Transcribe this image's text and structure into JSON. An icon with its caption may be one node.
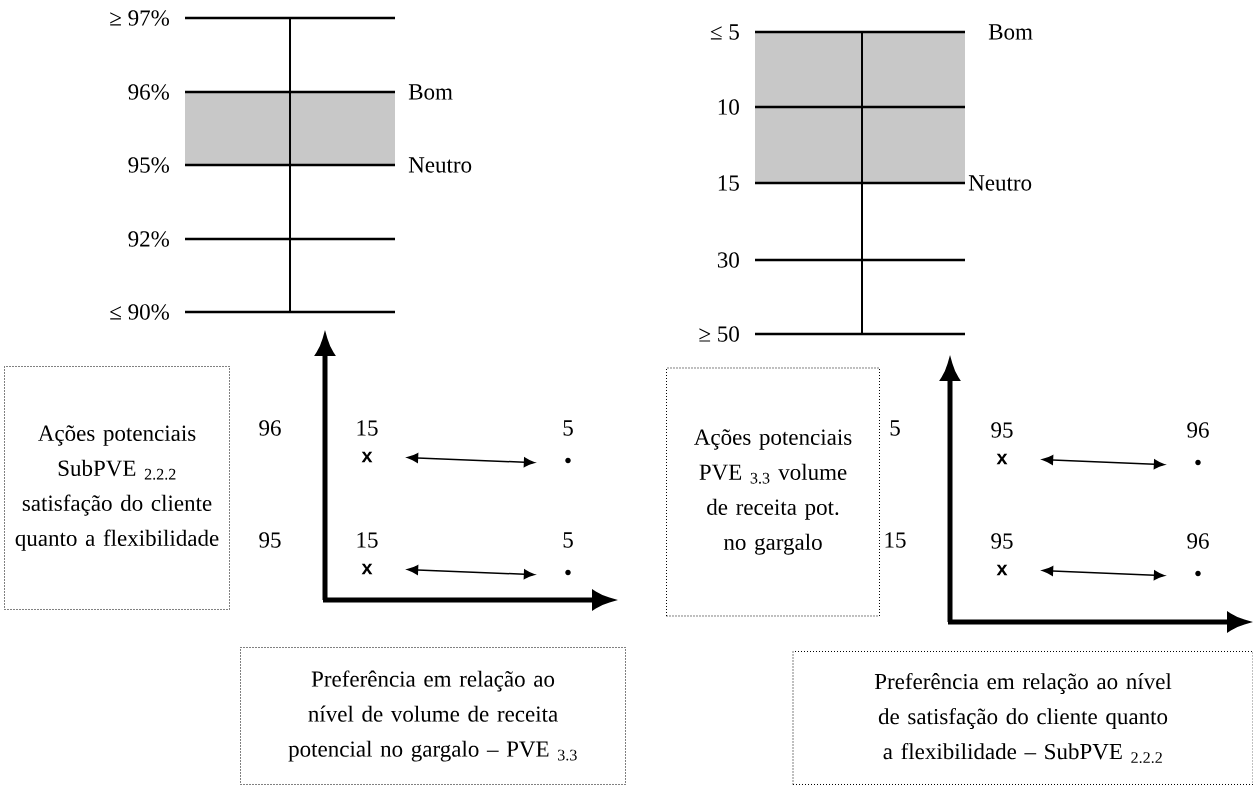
{
  "diagram": {
    "nodes": [
      {
        "text": [
          "Ações potenciais SubPVE $_{2.2.2}$ satisfação do cliente quanto a flexibilidade"
        ]
      },
      {
        "text": [
          "x"
        ],
        "beside": [
          "15"
        ]
      },
      {
        "text": [
          "•"
        ],
        "beside": [
          "5"
        ]
      },
      {
        "text": [
          "x"
        ],
        "beside": [
          "15"
        ]
      },
      {
        "text": [
          "•"
        ],
        "beside": [
          "5"
        ]
      },
      {
        "text": [
          "Preferência em relação ao nível de volume de receita potencial no gargalo – PVE $_{3.3}$"
        ]
      },
      {
        "text": [
          "Ações potenciais PVE $_{3.3}$ volume de receita pot. no gargalo"
        ]
      },
      {
        "text": [
          "x"
        ],
        "beside": [
          "95"
        ]
      },
      {
        "text": [
          "•"
        ],
        "beside": [
          "96"
        ]
      },
      {
        "text": [
          "x"
        ],
        "beside": [
          "95"
        ]
      },
      {
        "text": [
          "•"
        ],
        "beside": [
          "96"
        ]
      },
      {
        "text": [
          "Preferência em relação ao nível de satisfação do cliente quanto a flexibilidade – SubPVE $_{2.2.2}$"
        ]
      }
    ],
    "edges": [
      {
        "from": 1,
        "to": 2,
        "arrow": "both"
      },
      {
        "from": 3,
        "to": 4,
        "arrow": "both"
      },
      {
        "from": 7,
        "to": 8,
        "arrow": "both"
      },
      {
        "from": 9,
        "to": 10,
        "arrow": "both"
      }
    ],
    "labels": [
      "≥ 97%",
      "96%",
      "Bom",
      "95%",
      "Neutro",
      "92%",
      "≤ 90%",
      "≤ 5",
      "Bom",
      "10",
      "15",
      "Neutro",
      "30",
      "≥ 50",
      "96",
      "95",
      "5",
      "15"
    ]
  }
}
